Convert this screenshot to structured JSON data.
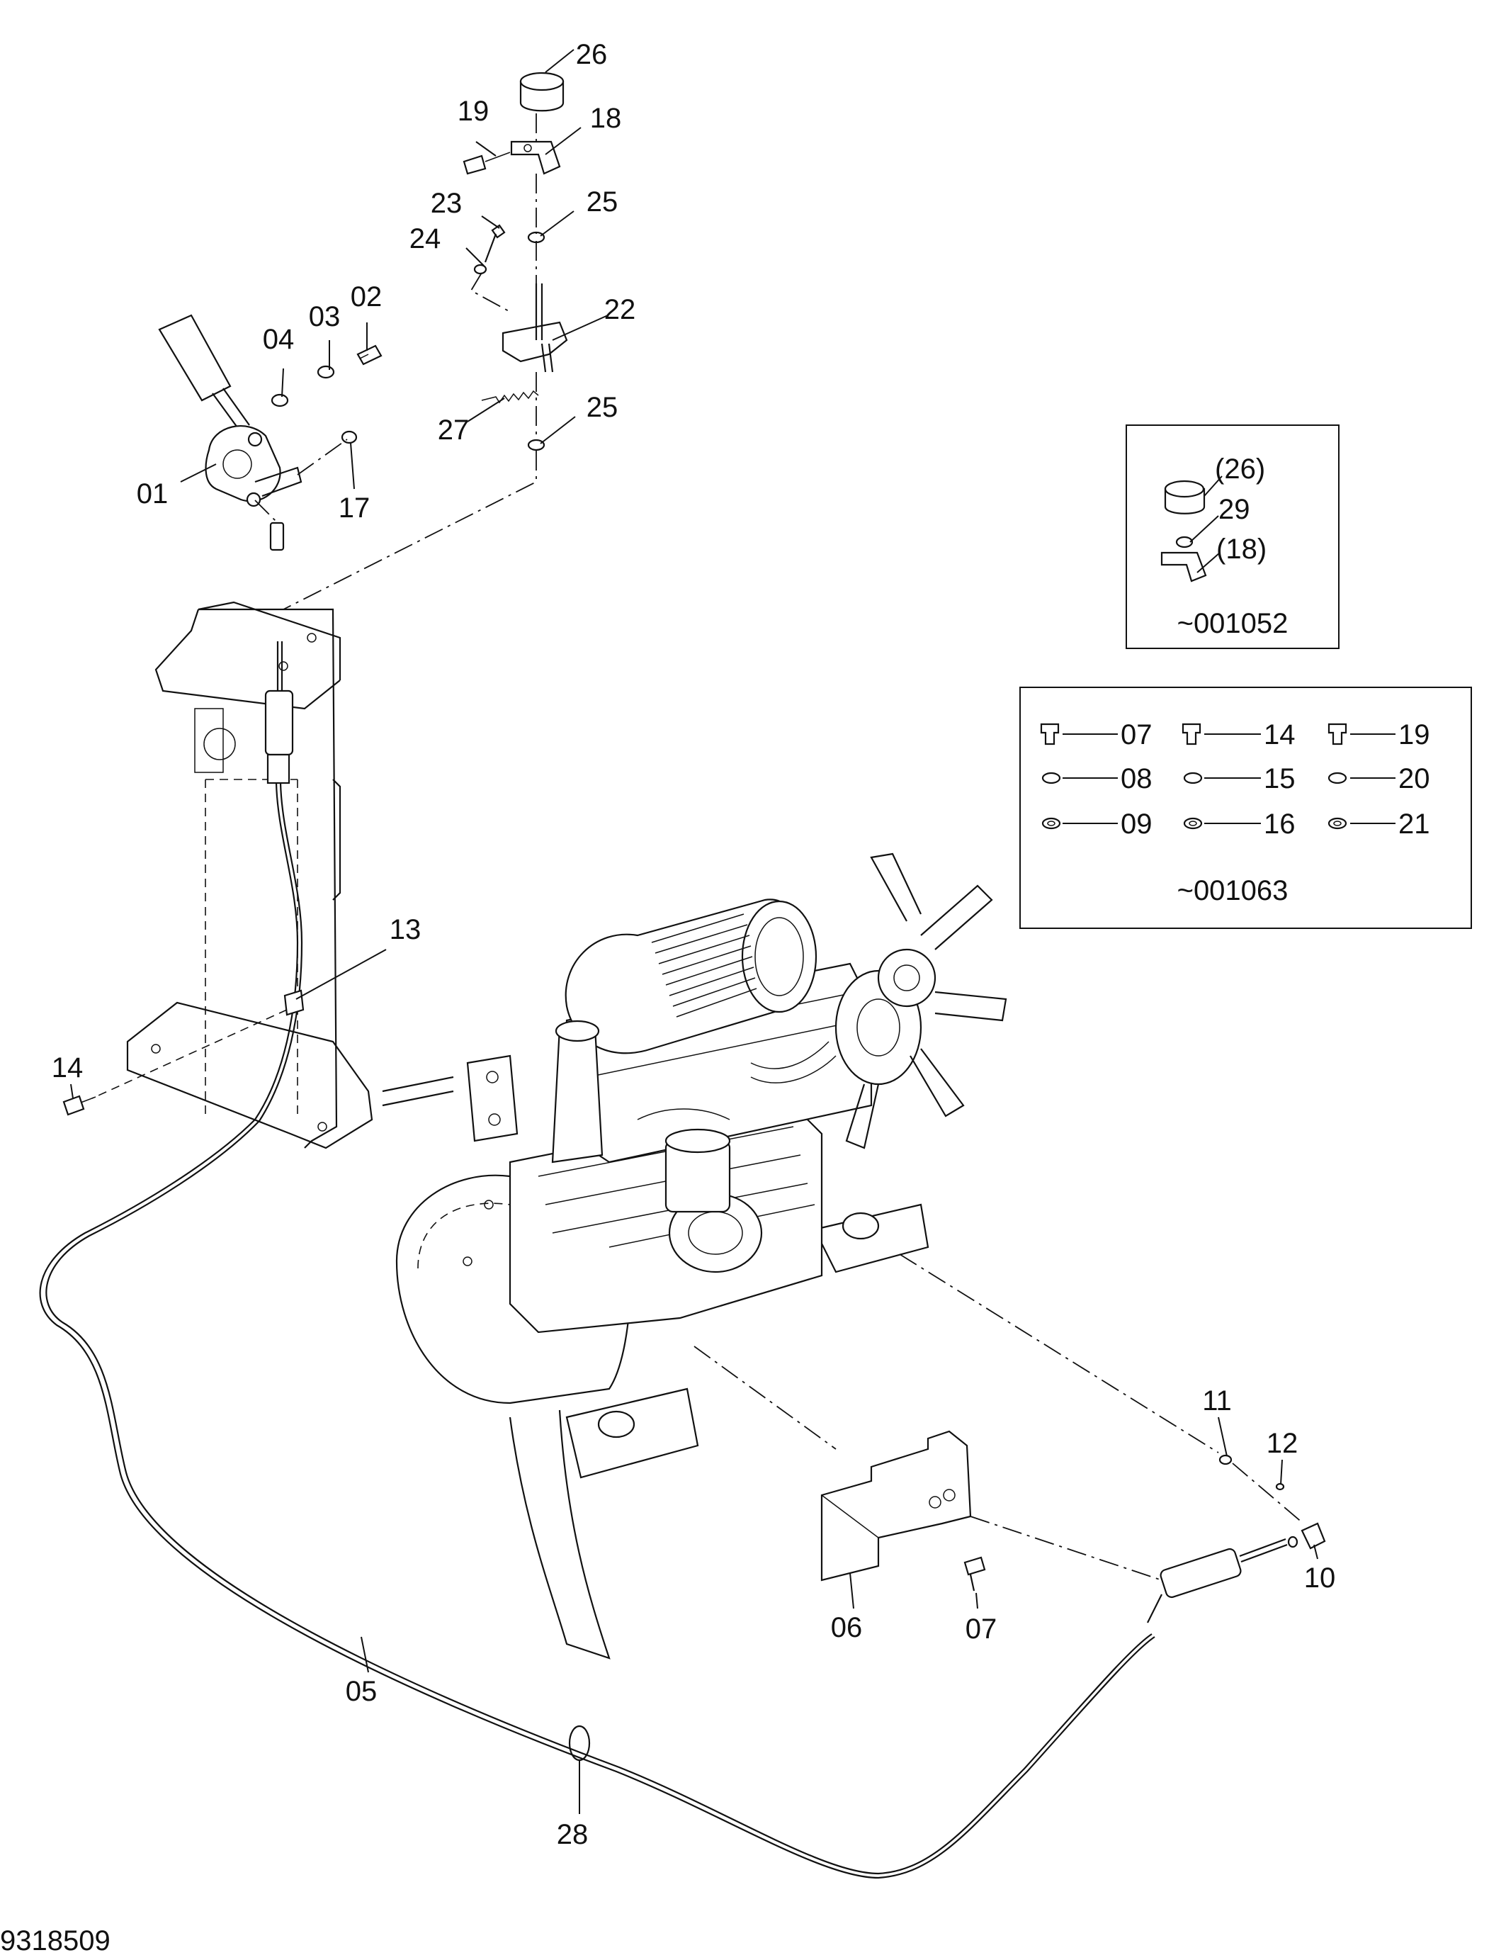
{
  "drawing_number": "9318509",
  "part_labels": {
    "p26": "26",
    "p19": "19",
    "p18": "18",
    "p23": "23",
    "p25a": "25",
    "p24": "24",
    "p22": "22",
    "p03": "03",
    "p02": "02",
    "p04": "04",
    "p27": "27",
    "p25b": "25",
    "p01": "01",
    "p17": "17",
    "p13": "13",
    "p14": "14",
    "p11": "11",
    "p12": "12",
    "p10": "10",
    "p06": "06",
    "p07": "07",
    "p05": "05",
    "p28": "28"
  },
  "inset_serial": {
    "labels": [
      "(26)",
      "29",
      "(18)"
    ],
    "serial": "~001052"
  },
  "inset_hardware": {
    "rows": [
      [
        "07",
        "14",
        "19"
      ],
      [
        "08",
        "15",
        "20"
      ],
      [
        "09",
        "16",
        "21"
      ]
    ],
    "serial": "~001063"
  }
}
